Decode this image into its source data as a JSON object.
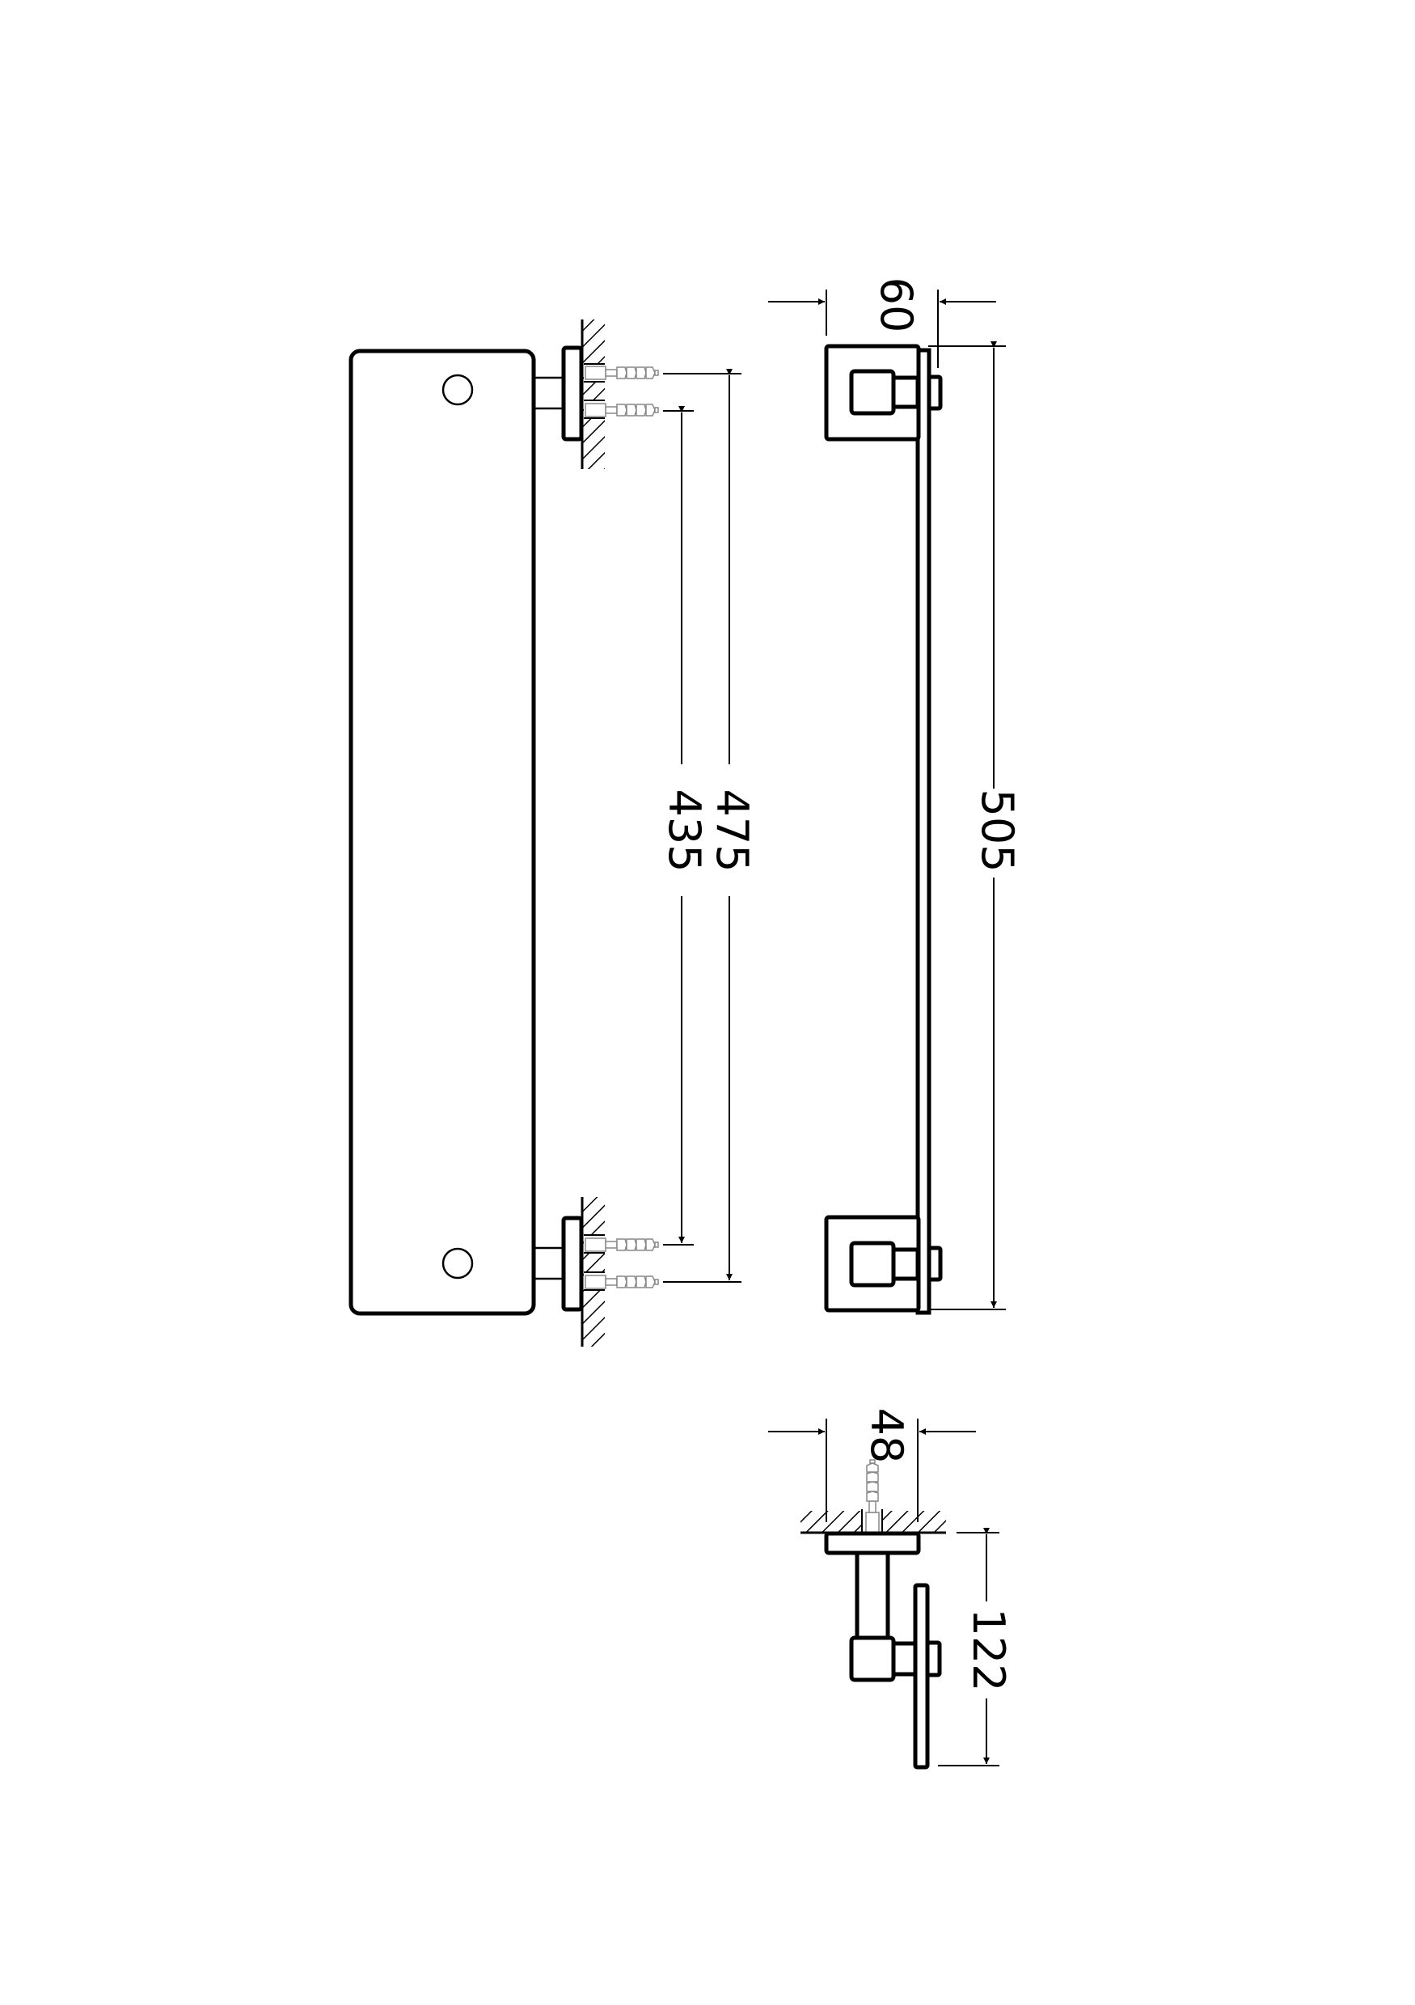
{
  "drawing": {
    "title": "Wall-mounted shelf technical drawing",
    "units": "mm",
    "colors": {
      "line": "#000000",
      "background": "#ffffff",
      "anchor": "#888888"
    },
    "views": [
      {
        "name": "front-view",
        "description": "Shelf plate with two wall brackets and screw anchors"
      },
      {
        "name": "side-view",
        "description": "Side view with two bracket blocks"
      },
      {
        "name": "end-view",
        "description": "End view showing projection from wall"
      }
    ],
    "dimensions": {
      "inner_screw_spacing": "435",
      "outer_screw_spacing": "475",
      "overall_length": "505",
      "bracket_width": "60",
      "base_width": "48",
      "projection_depth": "122"
    }
  }
}
